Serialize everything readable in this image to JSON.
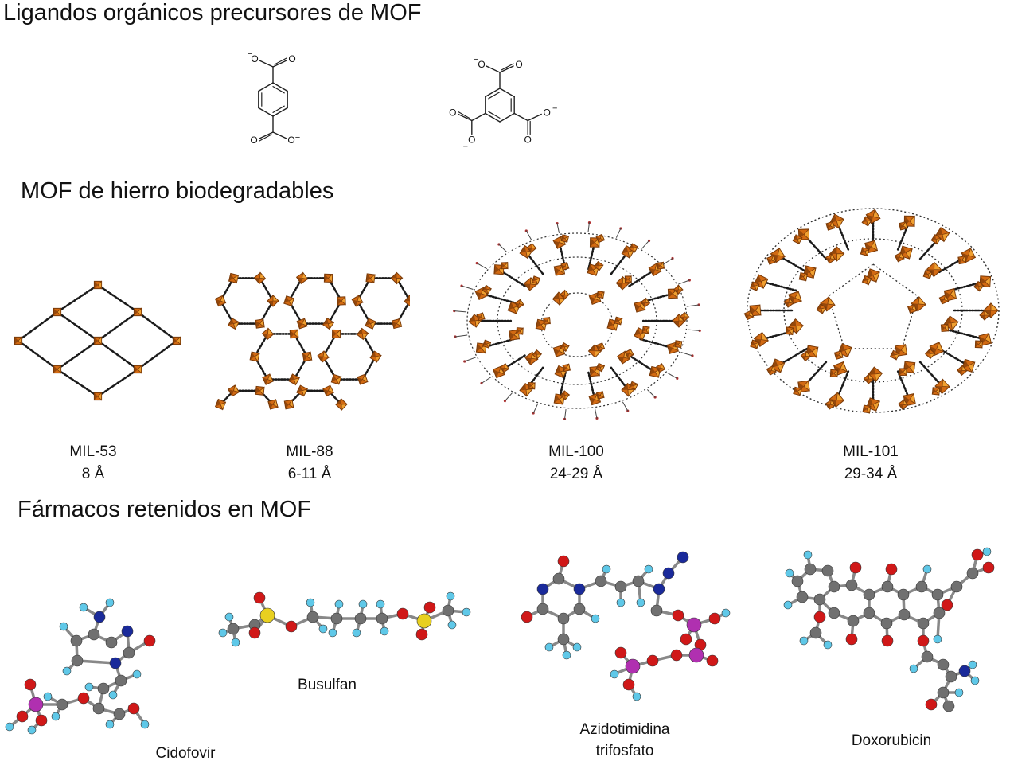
{
  "sections": {
    "ligands_title": "Ligandos orgánicos precursores de MOF",
    "mofs_title": "MOF de hierro biodegradables",
    "drugs_title": "Fármacos retenidos en MOF"
  },
  "ligands": [
    {
      "id": "terephthalate",
      "carboxylates": 2
    },
    {
      "id": "trimesate",
      "carboxylates": 3
    }
  ],
  "mofs": [
    {
      "name": "MIL-53",
      "pore": "8 Å"
    },
    {
      "name": "MIL-88",
      "pore": "6-11 Å"
    },
    {
      "name": "MIL-100",
      "pore": "24-29 Å"
    },
    {
      "name": "MIL-101",
      "pore": "29-34 Å"
    }
  ],
  "drugs": [
    {
      "name": "Cidofovir"
    },
    {
      "name": "Busulfan"
    },
    {
      "name_line1": "Azidotimidina",
      "name_line2": "trifosfato"
    },
    {
      "name": "Doxorubicin"
    }
  ],
  "colors": {
    "oxygen": "#d01818",
    "hydrogen": "#5fc8e8",
    "carbon": "#707070",
    "nitrogen": "#1a2a9a",
    "phosphorus": "#b030b0",
    "sulfur": "#e8d020",
    "iron_polyhedron": "#d26a12",
    "iron_polyhedron_dark": "#7a3a08",
    "iron_polyhedron_light": "#f0a030"
  },
  "charge_sign": "−",
  "oxygen_symbol": "O"
}
